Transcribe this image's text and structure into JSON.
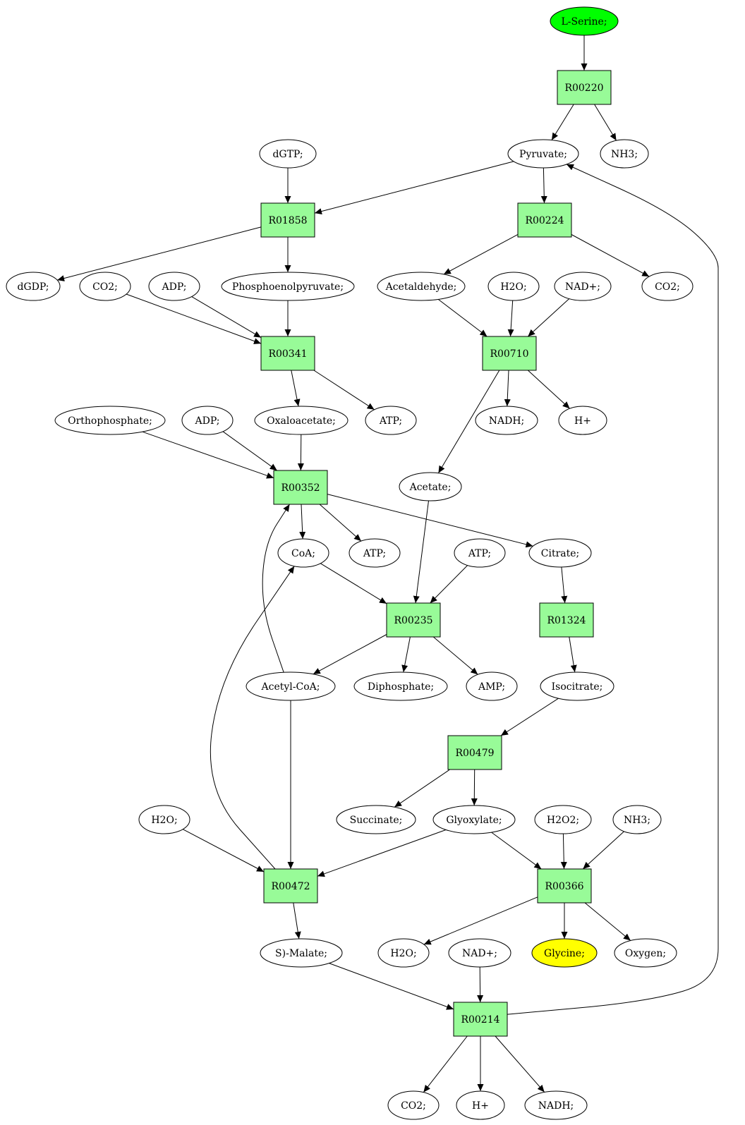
{
  "colors": {
    "reaction_fill": "#98fb98",
    "compound_fill": "#ffffff",
    "source_fill": "#00ff00",
    "target_fill": "#ffff00"
  },
  "nodes": [
    {
      "id": "serine",
      "kind": "source",
      "label": "L-Serine;"
    },
    {
      "id": "r00220",
      "kind": "reaction",
      "label": "R00220"
    },
    {
      "id": "pyruvate",
      "kind": "compound",
      "label": "Pyruvate;"
    },
    {
      "id": "nh3_a",
      "kind": "compound",
      "label": "NH3;"
    },
    {
      "id": "dgtp",
      "kind": "compound",
      "label": "dGTP;"
    },
    {
      "id": "r01858",
      "kind": "reaction",
      "label": "R01858"
    },
    {
      "id": "r00224",
      "kind": "reaction",
      "label": "R00224"
    },
    {
      "id": "dgdp",
      "kind": "compound",
      "label": "dGDP;"
    },
    {
      "id": "co2_a",
      "kind": "compound",
      "label": "CO2;"
    },
    {
      "id": "adp_a",
      "kind": "compound",
      "label": "ADP;"
    },
    {
      "id": "pep",
      "kind": "compound",
      "label": "Phosphoenolpyruvate;"
    },
    {
      "id": "acetaldehyde",
      "kind": "compound",
      "label": "Acetaldehyde;"
    },
    {
      "id": "h2o_a",
      "kind": "compound",
      "label": "H2O;"
    },
    {
      "id": "nad_a",
      "kind": "compound",
      "label": "NAD+;"
    },
    {
      "id": "co2_b",
      "kind": "compound",
      "label": "CO2;"
    },
    {
      "id": "r00341",
      "kind": "reaction",
      "label": "R00341"
    },
    {
      "id": "r00710",
      "kind": "reaction",
      "label": "R00710"
    },
    {
      "id": "orthophosphate",
      "kind": "compound",
      "label": "Orthophosphate;"
    },
    {
      "id": "adp_b",
      "kind": "compound",
      "label": "ADP;"
    },
    {
      "id": "oxaloacetate",
      "kind": "compound",
      "label": "Oxaloacetate;"
    },
    {
      "id": "atp_a",
      "kind": "compound",
      "label": "ATP;"
    },
    {
      "id": "nadh_a",
      "kind": "compound",
      "label": "NADH;"
    },
    {
      "id": "hplus_a",
      "kind": "compound",
      "label": "H+"
    },
    {
      "id": "acetate",
      "kind": "compound",
      "label": "Acetate;"
    },
    {
      "id": "r00352",
      "kind": "reaction",
      "label": "R00352"
    },
    {
      "id": "coa",
      "kind": "compound",
      "label": "CoA;"
    },
    {
      "id": "atp_b",
      "kind": "compound",
      "label": "ATP;"
    },
    {
      "id": "atp_c",
      "kind": "compound",
      "label": "ATP;"
    },
    {
      "id": "citrate",
      "kind": "compound",
      "label": "Citrate;"
    },
    {
      "id": "r00235",
      "kind": "reaction",
      "label": "R00235"
    },
    {
      "id": "r01324",
      "kind": "reaction",
      "label": "R01324"
    },
    {
      "id": "acetylcoa",
      "kind": "compound",
      "label": "Acetyl-CoA;"
    },
    {
      "id": "diphosphate",
      "kind": "compound",
      "label": "Diphosphate;"
    },
    {
      "id": "amp",
      "kind": "compound",
      "label": "AMP;"
    },
    {
      "id": "isocitrate",
      "kind": "compound",
      "label": "Isocitrate;"
    },
    {
      "id": "r00479",
      "kind": "reaction",
      "label": "R00479"
    },
    {
      "id": "h2o_b",
      "kind": "compound",
      "label": "H2O;"
    },
    {
      "id": "succinate",
      "kind": "compound",
      "label": "Succinate;"
    },
    {
      "id": "glyoxylate",
      "kind": "compound",
      "label": "Glyoxylate;"
    },
    {
      "id": "h2o2",
      "kind": "compound",
      "label": "H2O2;"
    },
    {
      "id": "nh3_b",
      "kind": "compound",
      "label": "NH3;"
    },
    {
      "id": "r00472",
      "kind": "reaction",
      "label": "R00472"
    },
    {
      "id": "r00366",
      "kind": "reaction",
      "label": "R00366"
    },
    {
      "id": "malate",
      "kind": "compound",
      "label": "S)-Malate;"
    },
    {
      "id": "h2o_c",
      "kind": "compound",
      "label": "H2O;"
    },
    {
      "id": "nad_b",
      "kind": "compound",
      "label": "NAD+;"
    },
    {
      "id": "glycine",
      "kind": "target",
      "label": "Glycine;"
    },
    {
      "id": "oxygen",
      "kind": "compound",
      "label": "Oxygen;"
    },
    {
      "id": "r00214",
      "kind": "reaction",
      "label": "R00214"
    },
    {
      "id": "co2_c",
      "kind": "compound",
      "label": "CO2;"
    },
    {
      "id": "hplus_b",
      "kind": "compound",
      "label": "H+"
    },
    {
      "id": "nadh_b",
      "kind": "compound",
      "label": "NADH;"
    }
  ],
  "edges": [
    [
      "serine",
      "r00220"
    ],
    [
      "r00220",
      "pyruvate"
    ],
    [
      "r00220",
      "nh3_a"
    ],
    [
      "pyruvate",
      "r01858"
    ],
    [
      "dgtp",
      "r01858"
    ],
    [
      "pyruvate",
      "r00224"
    ],
    [
      "r01858",
      "dgdp"
    ],
    [
      "r01858",
      "pep"
    ],
    [
      "r00224",
      "acetaldehyde"
    ],
    [
      "r00224",
      "co2_b"
    ],
    [
      "co2_a",
      "r00341"
    ],
    [
      "adp_a",
      "r00341"
    ],
    [
      "pep",
      "r00341"
    ],
    [
      "acetaldehyde",
      "r00710"
    ],
    [
      "h2o_a",
      "r00710"
    ],
    [
      "nad_a",
      "r00710"
    ],
    [
      "r00341",
      "oxaloacetate"
    ],
    [
      "r00341",
      "atp_a"
    ],
    [
      "r00710",
      "nadh_a"
    ],
    [
      "r00710",
      "hplus_a"
    ],
    [
      "r00710",
      "acetate"
    ],
    [
      "orthophosphate",
      "r00352"
    ],
    [
      "adp_b",
      "r00352"
    ],
    [
      "oxaloacetate",
      "r00352"
    ],
    [
      "r00352",
      "coa"
    ],
    [
      "r00352",
      "atp_b"
    ],
    [
      "r00352",
      "citrate"
    ],
    [
      "acetylcoa",
      "r00352"
    ],
    [
      "coa",
      "r00235"
    ],
    [
      "acetate",
      "r00235"
    ],
    [
      "atp_c",
      "r00235"
    ],
    [
      "citrate",
      "r01324"
    ],
    [
      "r00235",
      "acetylcoa"
    ],
    [
      "r00235",
      "diphosphate"
    ],
    [
      "r00235",
      "amp"
    ],
    [
      "r01324",
      "isocitrate"
    ],
    [
      "isocitrate",
      "r00479"
    ],
    [
      "r00479",
      "succinate"
    ],
    [
      "r00479",
      "glyoxylate"
    ],
    [
      "r00472",
      "coa"
    ],
    [
      "h2o_b",
      "r00472"
    ],
    [
      "glyoxylate",
      "r00472"
    ],
    [
      "acetylcoa",
      "r00472"
    ],
    [
      "glyoxylate",
      "r00366"
    ],
    [
      "h2o2",
      "r00366"
    ],
    [
      "nh3_b",
      "r00366"
    ],
    [
      "r00472",
      "malate"
    ],
    [
      "r00366",
      "h2o_c"
    ],
    [
      "r00366",
      "glycine"
    ],
    [
      "r00366",
      "oxygen"
    ],
    [
      "malate",
      "r00214"
    ],
    [
      "nad_b",
      "r00214"
    ],
    [
      "r00214",
      "pyruvate"
    ],
    [
      "r00214",
      "co2_c"
    ],
    [
      "r00214",
      "hplus_b"
    ],
    [
      "r00214",
      "nadh_b"
    ]
  ]
}
